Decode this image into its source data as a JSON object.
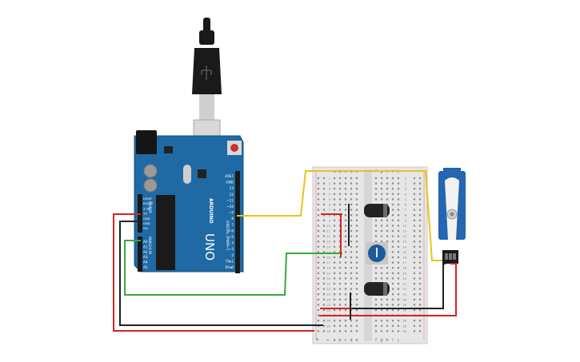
{
  "arduino": {
    "brand": "ARDUINO",
    "model": "UNO",
    "header_digital_title": "DIGITAL (PWM~)",
    "header_power_title": "POWER",
    "header_analog_title": "ANALOG IN",
    "digital_pins": [
      "AREF",
      "GND",
      "13",
      "12",
      "~11",
      "~10",
      "~9",
      "8",
      "7",
      "~6",
      "~5",
      "4",
      "~3",
      "2",
      "TX▸1",
      "RX◂0"
    ],
    "power_pins": [
      "IOREF",
      "RESET",
      "3.3V",
      "5V",
      "GND",
      "GND",
      "Vin"
    ],
    "analog_pins": [
      "A0",
      "A1",
      "A2",
      "A3",
      "A4",
      "A5"
    ]
  },
  "breadboard": {
    "col_letters_left": [
      "a",
      "b",
      "c",
      "d",
      "e"
    ],
    "col_letters_right": [
      "f",
      "g",
      "h",
      "i",
      "j"
    ],
    "row_numbers": [
      "1",
      "2",
      "3",
      "4",
      "5",
      "6",
      "7",
      "8",
      "9",
      "10",
      "11",
      "12",
      "13",
      "14",
      "15",
      "16",
      "17",
      "18",
      "19",
      "20",
      "21",
      "22",
      "23",
      "24",
      "25",
      "26",
      "27",
      "28",
      "29",
      "30"
    ],
    "rail_plus": "+",
    "rail_minus": "−"
  },
  "colors": {
    "board": "#1f6aa5",
    "wire_yellow": "#e8c21c",
    "wire_green": "#3aa83a",
    "wire_red": "#d42424",
    "wire_black": "#222222",
    "breadboard": "#e6e6e6"
  }
}
